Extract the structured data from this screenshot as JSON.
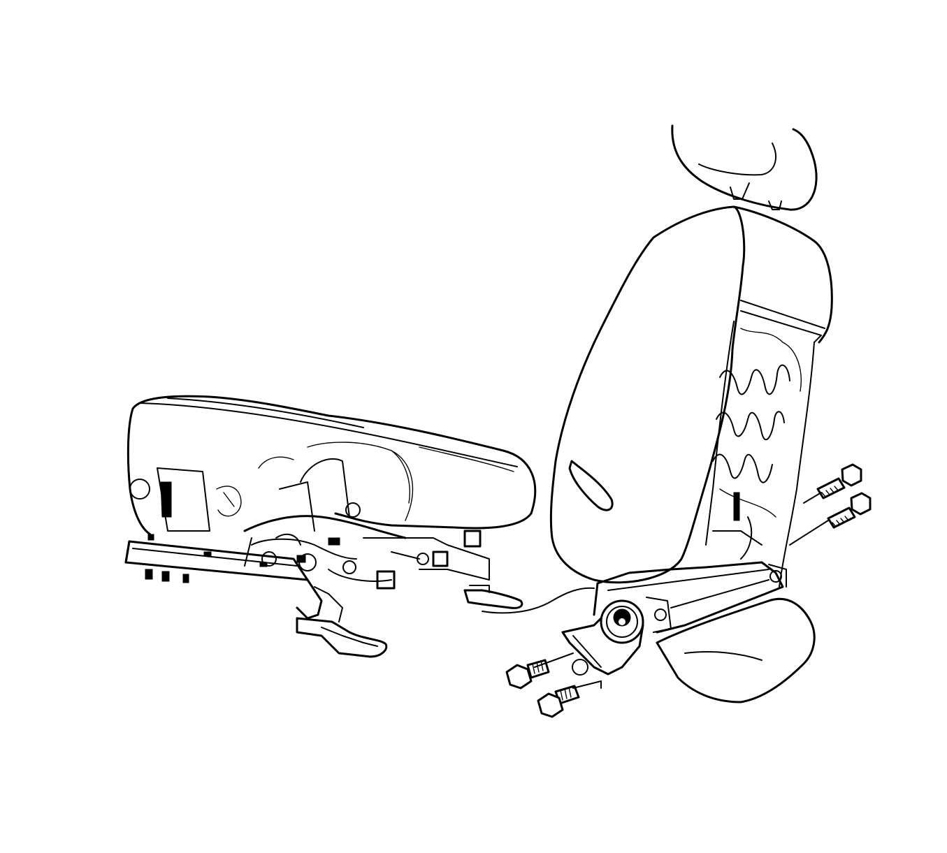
{
  "figure": {
    "background_color": "#ffffff",
    "line_color": "#000000",
    "parts": [
      {
        "name": "seat-cushion",
        "icon": "seat-cushion-icon"
      },
      {
        "name": "seat-track-adjuster",
        "icon": "seat-track-icon"
      },
      {
        "name": "seat-adjuster-lever",
        "icon": "lever-icon"
      },
      {
        "name": "seatback",
        "icon": "seatback-icon"
      },
      {
        "name": "headrest",
        "icon": "headrest-icon"
      },
      {
        "name": "recliner-bracket",
        "icon": "bracket-icon"
      },
      {
        "name": "seatback-bolts",
        "count": 4,
        "icon": "bolt-icon"
      },
      {
        "name": "wiring-harness",
        "icon": "wire-icon"
      }
    ]
  }
}
